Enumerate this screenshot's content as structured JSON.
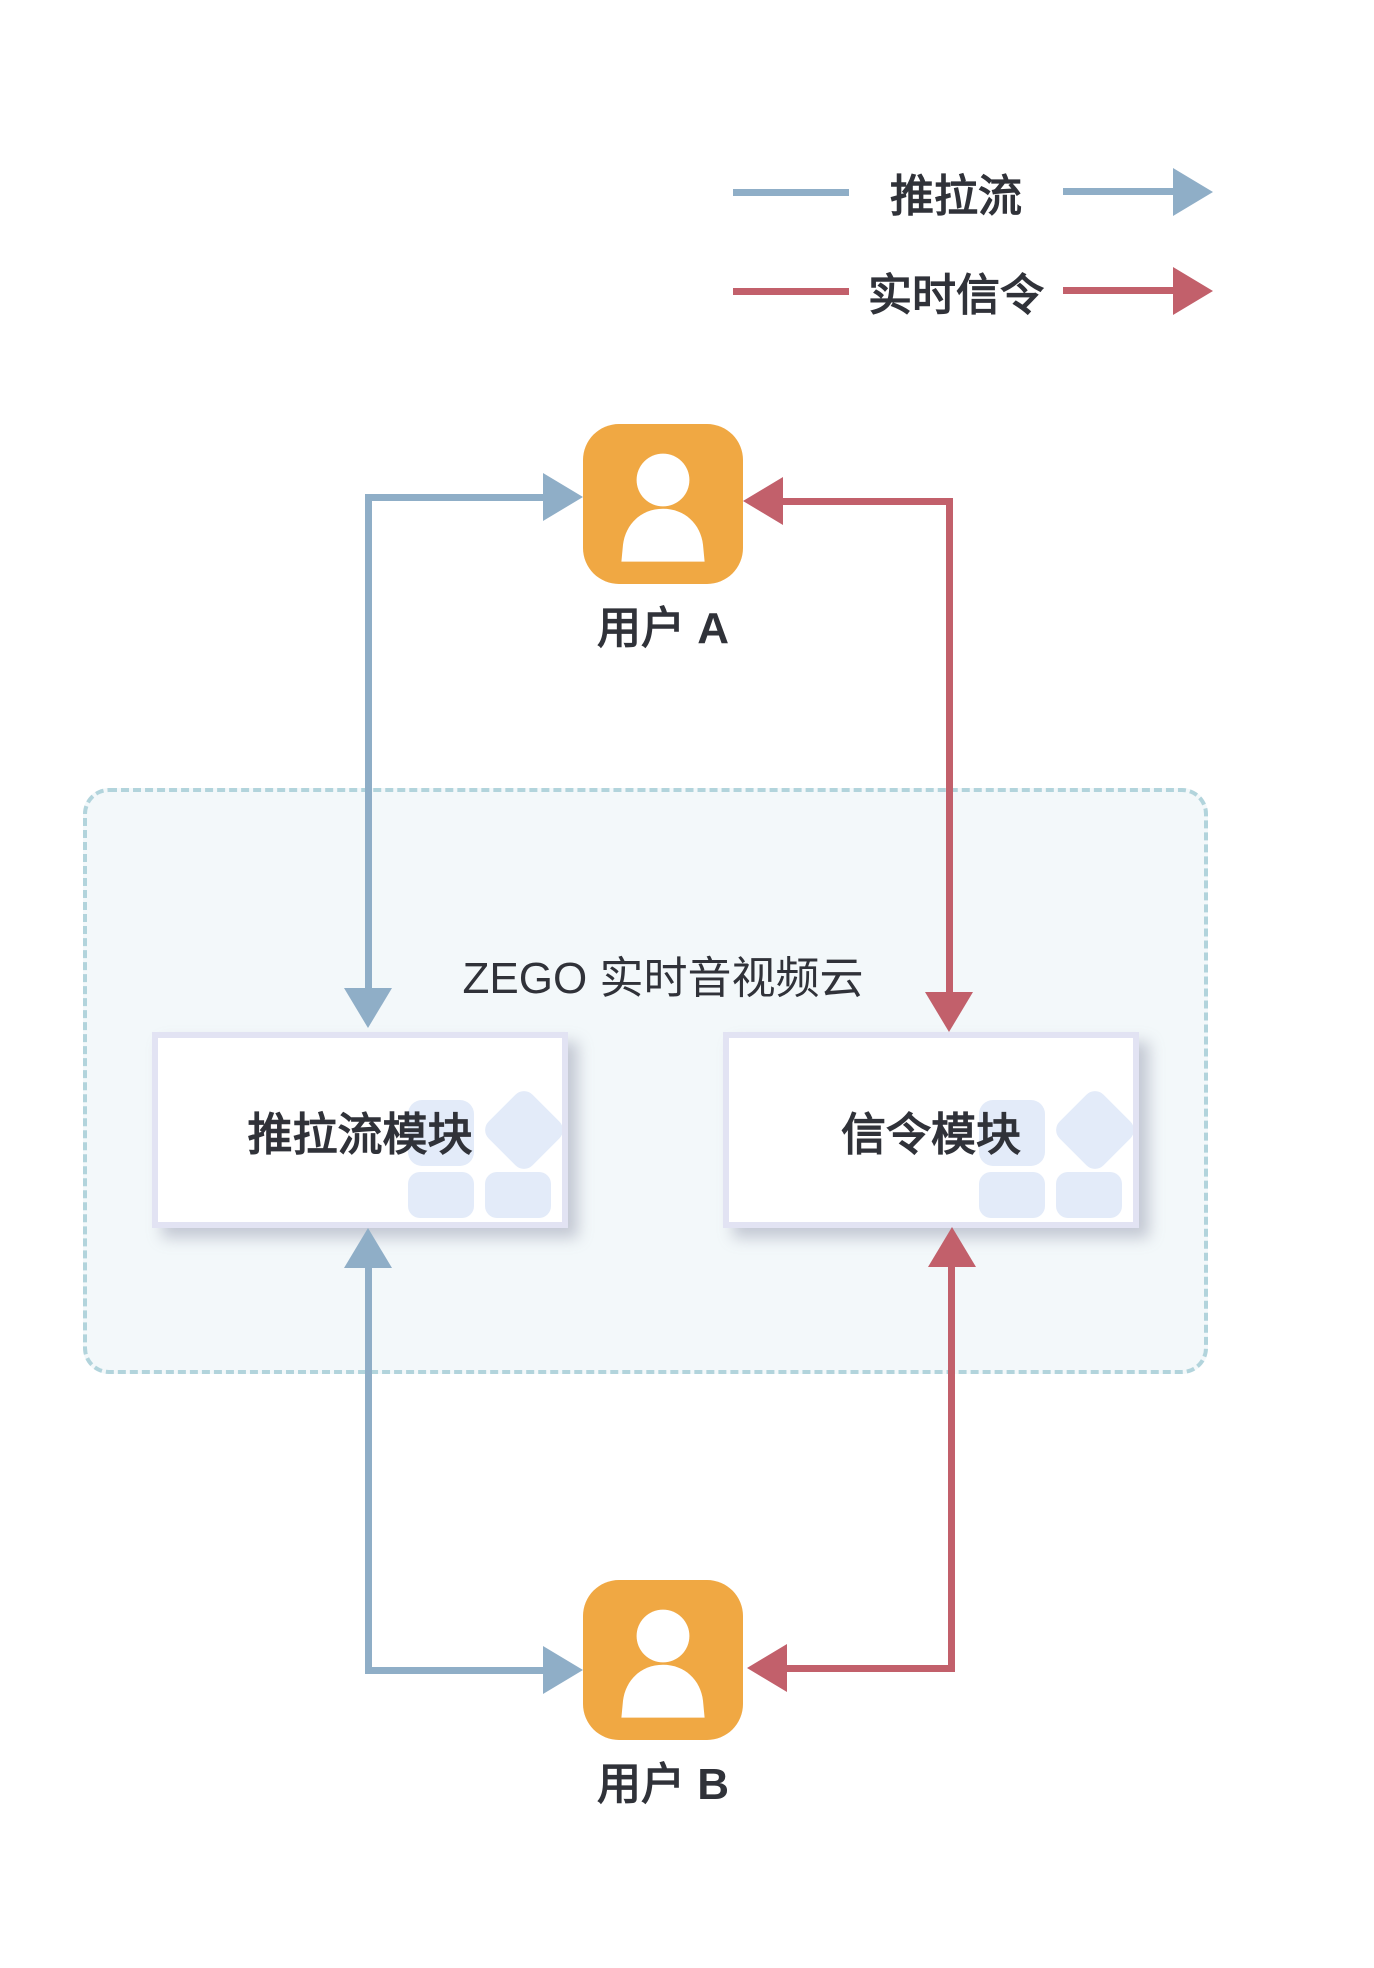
{
  "legend": {
    "items": [
      {
        "label": "推拉流",
        "color": "#8FAEC7"
      },
      {
        "label": "实时信令",
        "color": "#C2606B"
      }
    ]
  },
  "cloud": {
    "title": "ZEGO 实时音视频云",
    "modules": [
      {
        "label": "推拉流模块"
      },
      {
        "label": "信令模块"
      }
    ]
  },
  "nodes": {
    "user_a": {
      "label": "用户 A"
    },
    "user_b": {
      "label": "用户 B"
    }
  },
  "colors": {
    "stream_blue": "#8FAEC7",
    "signal_red": "#C2606B",
    "user_orange": "#F0A843",
    "cloud_fill": "#F3F8FA",
    "cloud_border": "#B2D4DC",
    "module_border": "#E2E3F3",
    "decoration": "#E3EBF9",
    "text": "#303239"
  }
}
